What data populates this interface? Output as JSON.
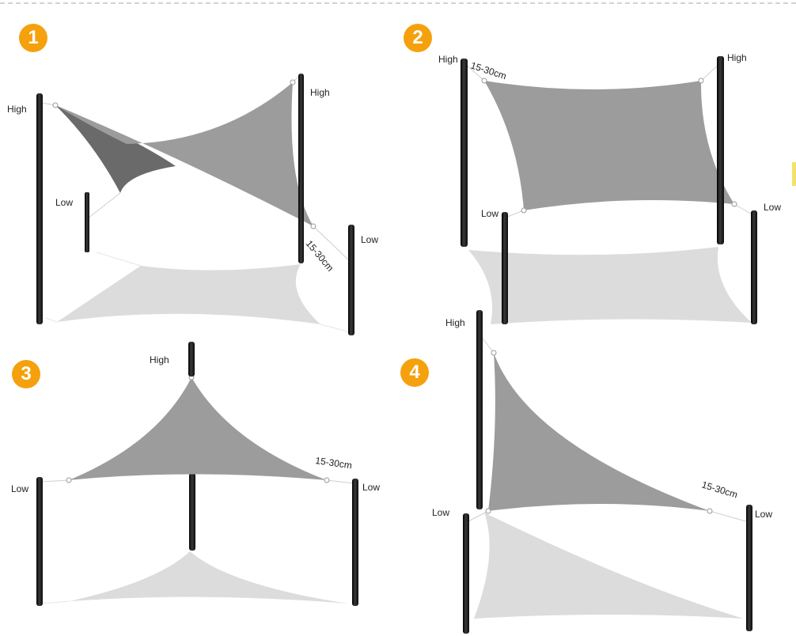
{
  "diagrams": [
    {
      "number": "1",
      "labels": {
        "top_left": "High",
        "top_right": "High",
        "left": "Low",
        "right": "Low"
      },
      "distance": "15-30cm"
    },
    {
      "number": "2",
      "labels": {
        "top_left": "High",
        "top_right": "High",
        "bottom_left": "Low",
        "bottom_right": "Low"
      },
      "distance": "15-30cm"
    },
    {
      "number": "3",
      "labels": {
        "top": "High",
        "left": "Low",
        "right": "Low"
      },
      "distance": "15-30cm"
    },
    {
      "number": "4",
      "labels": {
        "top": "High",
        "left": "Low",
        "right": "Low"
      },
      "distance": "15-30cm"
    }
  ],
  "colors": {
    "badge": "#f5a10d",
    "sail": "#9c9c9c",
    "sail_dark": "#6a6a6a",
    "shadow": "#dcdcdc",
    "pole": "#1c1c1c"
  }
}
